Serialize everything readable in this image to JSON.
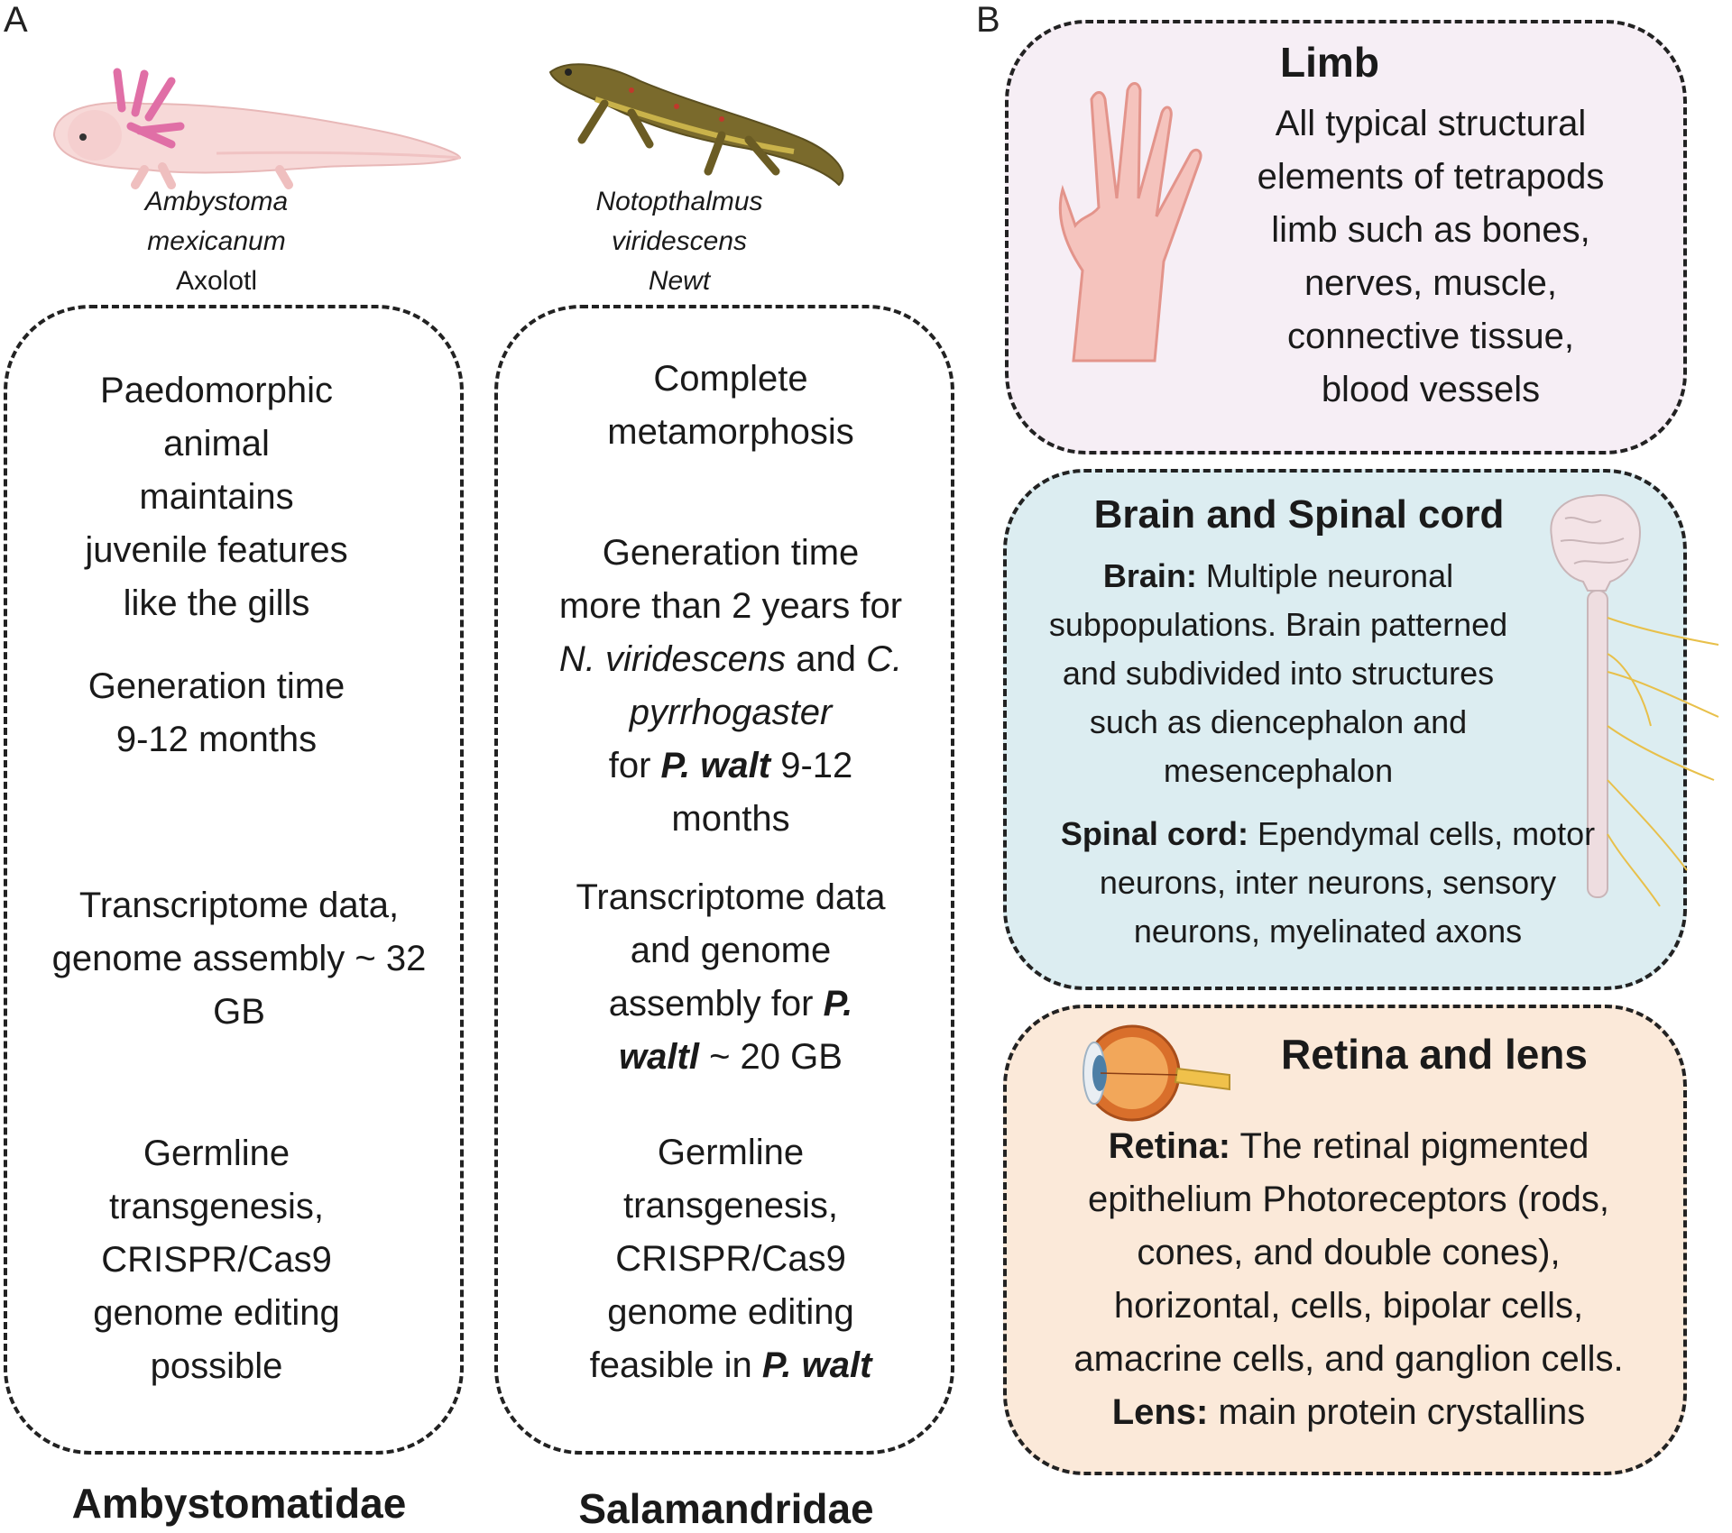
{
  "panel_a": {
    "letter": "A",
    "axolotl": {
      "name_line1": "Ambystoma",
      "name_line2": "mexicanum",
      "common": "Axolotl"
    },
    "newt": {
      "name_line1": "Notopthalmus",
      "name_line2": "viridescens",
      "common": "Newt"
    },
    "left_column": {
      "paedo": [
        "Paedomorphic",
        "animal",
        "maintains",
        "juvenile features",
        "like the gills"
      ],
      "generation": [
        "Generation time",
        "9-12 months"
      ],
      "transcriptome": [
        "Transcriptome data,",
        "genome assembly ~ 32",
        "GB"
      ],
      "germline": [
        "Germline",
        "transgenesis,",
        "CRISPR/Cas9",
        "genome editing",
        "possible"
      ],
      "family": "Ambystomatidae"
    },
    "right_column": {
      "metamorphosis": [
        "Complete",
        "metamorphosis"
      ],
      "generation": {
        "line1": "Generation time",
        "line2": "more than 2 years for",
        "sp1": "N. viridescens",
        "and": "and",
        "sp2a": "C.",
        "sp2b": "pyrrhogaster",
        "for": "for",
        "sp3": "P. walt",
        "months_a": "9-12",
        "months_b": "months"
      },
      "transcriptome": {
        "line1": "Transcriptome data",
        "line2": "and genome",
        "line3a": "assembly  for",
        "sp_a": "P.",
        "sp_b": "waltl",
        "size": "~ 20 GB"
      },
      "germline": {
        "lines": [
          "Germline",
          "transgenesis,",
          "CRISPR/Cas9",
          "genome editing"
        ],
        "last_prefix": "feasible in",
        "last_species": "P. walt"
      },
      "family": "Salamandridae"
    }
  },
  "panel_b": {
    "letter": "B",
    "limb": {
      "title": "Limb",
      "lines": [
        "All typical structural",
        "elements of tetrapods",
        "limb such as  bones,",
        "nerves, muscle,",
        "connective tissue,",
        "blood vessels"
      ],
      "bg": "#f6eef5"
    },
    "brain": {
      "title": "Brain and Spinal cord",
      "brain_label": "Brain:",
      "brain_lines": [
        " Multiple neuronal",
        "subpopulations. Brain patterned",
        "and subdivided into structures",
        "such as diencephalon  and",
        "mesencephalon"
      ],
      "spinal_label": "Spinal cord:",
      "spinal_lines": [
        " Ependymal cells, motor",
        "neurons, inter neurons, sensory",
        "neurons,  myelinated axons"
      ],
      "bg": "#dcedf1"
    },
    "retina": {
      "title": "Retina and lens",
      "retina_label": "Retina:",
      "retina_lines": [
        "  The retinal pigmented",
        "epithelium Photoreceptors (rods,",
        "cones, and double cones),",
        "horizontal, cells, bipolar cells,",
        "amacrine cells, and ganglion cells."
      ],
      "lens_label": "Lens:",
      "lens_text": "  main protein crystallins",
      "bg": "#fbe9d9"
    }
  },
  "icons": [
    "axolotl-illustration",
    "newt-illustration",
    "hand-illustration",
    "brain-spinal-cord-illustration",
    "eye-illustration"
  ]
}
